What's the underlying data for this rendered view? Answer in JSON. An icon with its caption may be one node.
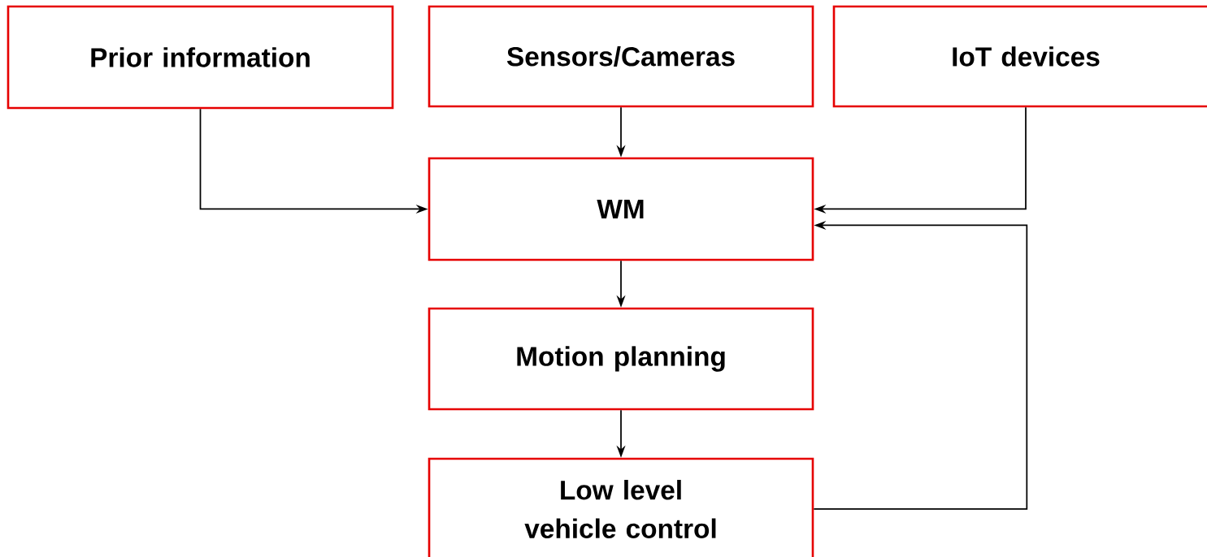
{
  "diagram": {
    "nodes": [
      {
        "text": [
          "Prior information"
        ]
      },
      {
        "text": [
          "Sensors/Cameras"
        ]
      },
      {
        "text": [
          "IoT devices"
        ]
      },
      {
        "text": [
          "WM"
        ]
      },
      {
        "text": [
          "Motion planning"
        ]
      },
      {
        "text": [
          "Low level vehicle control"
        ]
      }
    ],
    "edges": [
      {
        "from": 0,
        "to": 3,
        "arrow": "to"
      },
      {
        "from": 1,
        "to": 3,
        "arrow": "to"
      },
      {
        "from": 2,
        "to": 3,
        "arrow": "to"
      },
      {
        "from": 3,
        "to": 4,
        "arrow": "to"
      },
      {
        "from": 4,
        "to": 5,
        "arrow": "to"
      },
      {
        "from": 5,
        "to": 3,
        "arrow": "to"
      }
    ]
  }
}
